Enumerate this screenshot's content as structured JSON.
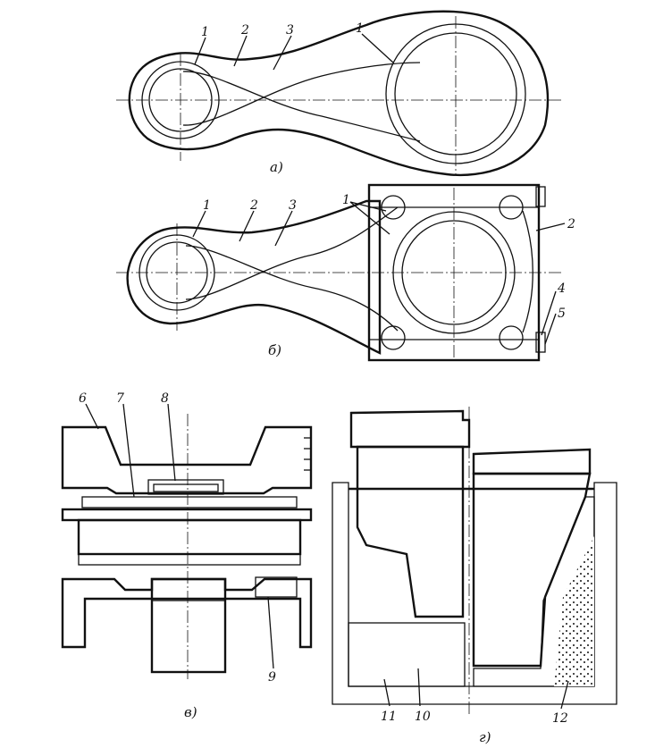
{
  "figure": {
    "panel_a": {
      "caption": "а)",
      "labels": [
        "1",
        "2",
        "3",
        "1"
      ]
    },
    "panel_b": {
      "caption": "б)",
      "labels": [
        "1",
        "2",
        "3",
        "1",
        "2",
        "4",
        "5"
      ]
    },
    "panel_v": {
      "caption": "в)",
      "labels": [
        "6",
        "7",
        "8",
        "9"
      ]
    },
    "panel_g": {
      "caption": "г)",
      "labels": [
        "11",
        "10",
        "12"
      ]
    }
  }
}
